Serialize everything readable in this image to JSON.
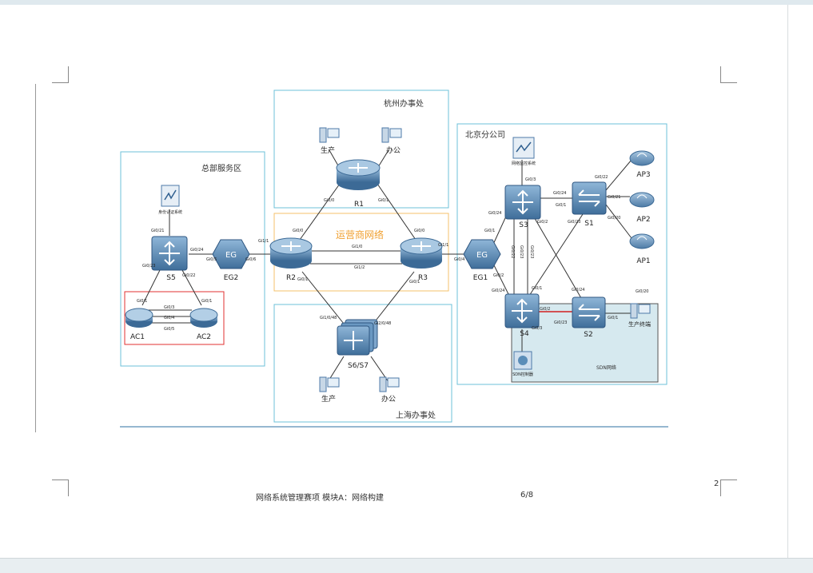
{
  "zones": {
    "hq": "总部服务区",
    "hangzhou": "杭州办事处",
    "shanghai": "上海办事处",
    "beijing": "北京分公司",
    "isp": "运营商网络",
    "sdn": "SDN网络"
  },
  "devices": {
    "s5": "S5",
    "eg2": "EG2",
    "ac1": "AC1",
    "ac2": "AC2",
    "r1": "R1",
    "r2": "R2",
    "r3": "R3",
    "eg1": "EG1",
    "s3": "S3",
    "s1": "S1",
    "s4": "S4",
    "s2": "S2",
    "s6s7": "S6/S7",
    "ap1": "AP1",
    "ap2": "AP2",
    "ap3": "AP3",
    "hq_server": "身份认证系统",
    "bj_server": "网络监控系统",
    "sdn_ctrl": "SDN控制器",
    "hz_prod": "生产",
    "hz_office": "办公",
    "sh_prod": "生产",
    "sh_office": "办公",
    "bj_terminal": "生产终端"
  },
  "ports": {
    "s5_up": "Gi0/21",
    "s5_eg2": "Gi0/24",
    "s5_ac1": "Gi0/23",
    "s5_ac2": "Gi0/22",
    "eg2_s5": "Gi0/5",
    "eg2_r2": "Gi0/6",
    "ac1_a": "Gi0/1",
    "ac2_a": "Gi0/1",
    "ac_l1": "Gi0/3",
    "ac_l2": "Gi0/4",
    "ac_l3": "Gi0/5",
    "r2_eg2": "Gi1/1",
    "r2_r1": "Gi0/0",
    "r2_s6": "Gi0/1",
    "r1_r2": "Gi0/0",
    "r1_r3": "Gi0/1",
    "r2r3_a": "Gi1/0",
    "r2r3_b": "Gi1/2",
    "r3_r1": "Gi0/0",
    "r3_eg1": "Gi1/1",
    "r3_s7": "Gi0/1",
    "eg1_r3": "Gi0/4",
    "eg1_s3": "Gi0/1",
    "eg1_s4": "Gi0/2",
    "s6_r2": "Gi1/0/48",
    "s7_r3": "Gi2/0/48",
    "s3_srv": "Gi0/3",
    "s3_s1": "Gi0/24",
    "s3_eg1": "Gi0/24",
    "s3_s2": "Gi0/2",
    "s1_s3": "Gi0/1",
    "s1_ap3": "Gi0/22",
    "s1_ap2": "Gi0/21",
    "s1_ap1": "Gi0/20",
    "s1_s4": "Gi0/23",
    "s3s4_a": "Gi0/22",
    "s3s4_b": "Gi0/23",
    "s4s3_a": "Gi0/22",
    "s4s3_b": "Gi0/23",
    "s4_s1": "Gi0/1",
    "s4_eg1": "Gi0/24",
    "s4_s2": "Gi0/2",
    "s4_ctrl": "Gi0/3",
    "s2_s3": "Gi0/24",
    "s2_s4": "Gi0/23",
    "s2_term": "Gi0/1",
    "term_port": "Gi0/20"
  },
  "eg_label": "EG",
  "footer": {
    "title": "网络系统管理赛项 模块A：网络构建",
    "page": "6/8",
    "pagemark": "2"
  },
  "colors": {
    "zone_border": "#6cc0d8",
    "isp_border": "#f5c26b",
    "isp_text": "#f0a030",
    "ac_box": "#e03030",
    "sdn_fill": "#d6e9ef",
    "device": "#5b8db8",
    "link": "#333333",
    "sdn_link": "#d02020",
    "rule": "#2c6fa0"
  }
}
